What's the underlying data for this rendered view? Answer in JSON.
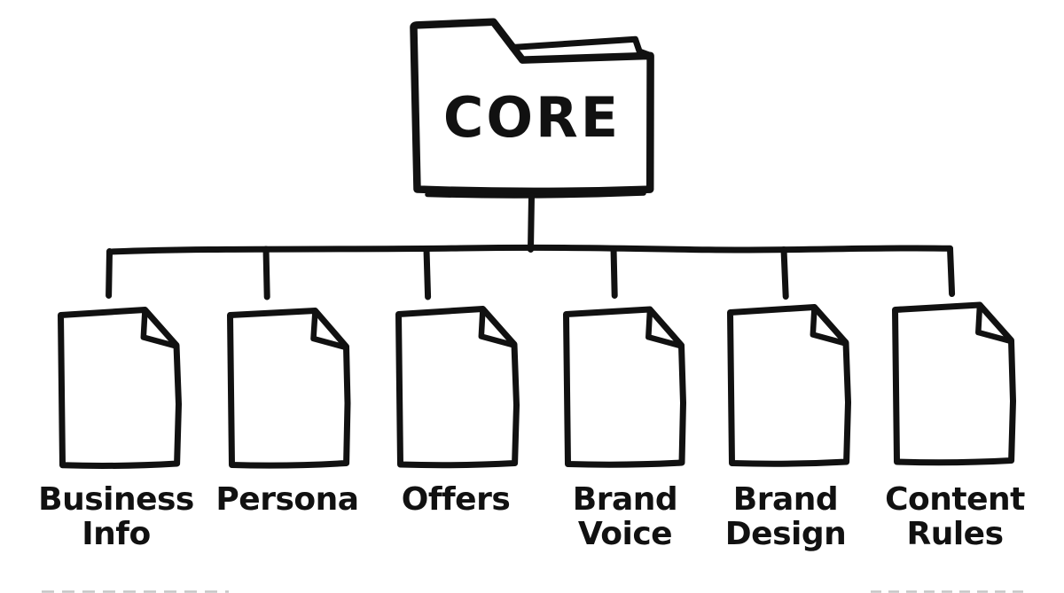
{
  "diagram": {
    "type": "tree",
    "style": "hand-drawn-sketch",
    "background_color": "#ffffff",
    "ink_color": "#111111",
    "root": {
      "label": "CORE",
      "icon": "folder-icon"
    },
    "children": [
      {
        "label": "Business Info",
        "icon": "document-icon"
      },
      {
        "label": "Persona",
        "icon": "document-icon"
      },
      {
        "label": "Offers",
        "icon": "document-icon"
      },
      {
        "label": "Brand Voice",
        "icon": "document-icon"
      },
      {
        "label": "Brand Design",
        "icon": "document-icon"
      },
      {
        "label": "Content Rules",
        "icon": "document-icon"
      }
    ]
  }
}
